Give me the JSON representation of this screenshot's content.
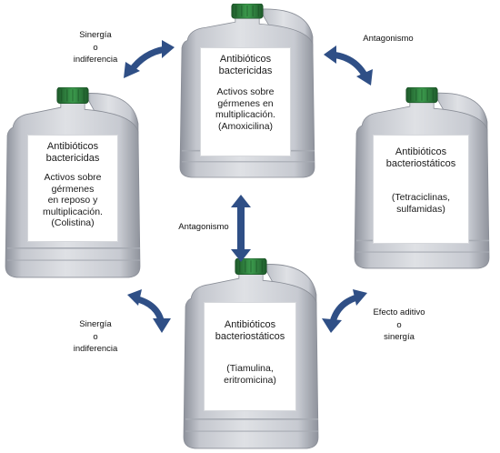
{
  "colors": {
    "arrow": "#2f4f86",
    "jug_body": "#d3d5da",
    "jug_shadow": "#9ea2ab",
    "cap": "#2f7a3d"
  },
  "jugs": {
    "top": {
      "title": "Antibióticos\nbactericidas",
      "desc": "Activos sobre\ngérmenes en\nmultiplicación.\n(Amoxicilina)"
    },
    "left": {
      "title": "Antibióticos\nbactericidas",
      "desc": "Activos sobre\ngérmenes\nen reposo y\nmultiplicación.\n(Colistina)"
    },
    "right": {
      "title": "Antibióticos\nbacteriostáticos",
      "desc": "(Tetraciclinas,\nsulfamidas)"
    },
    "bottom": {
      "title": "Antibióticos\nbacteriostáticos",
      "desc": "(Tiamulina,\neritromicina)"
    }
  },
  "relations": {
    "top_left": "Sinergía\no\nindiferencia",
    "top_right": "Antagonismo",
    "center": "Antagonismo",
    "bottom_left": "Sinergía\no\nindiferencia",
    "bottom_right": "Efecto aditivo\no\nsinergía"
  }
}
